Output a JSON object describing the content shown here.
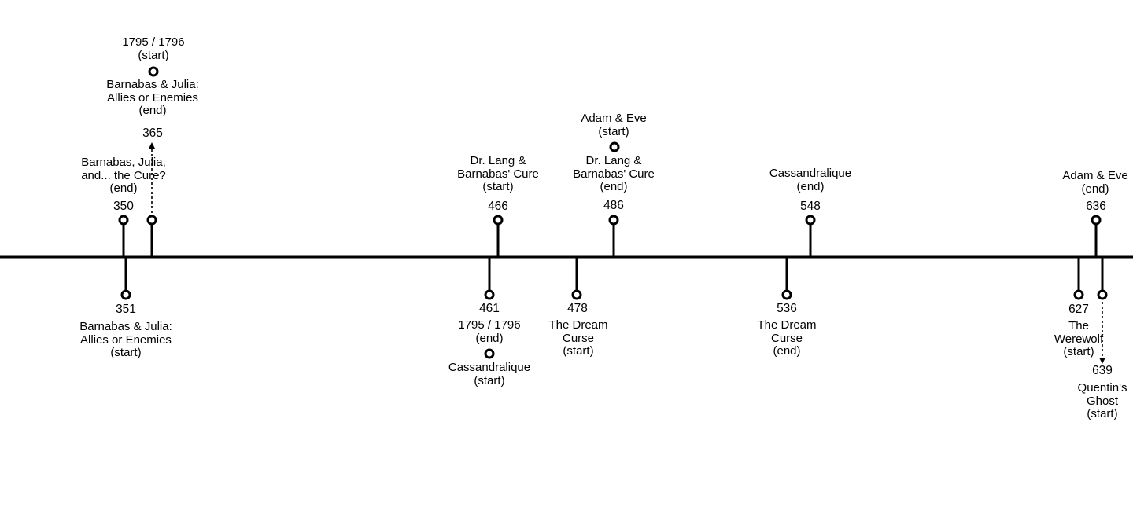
{
  "timeline": {
    "markers_above": [
      {
        "number": "350",
        "label": [
          "Barnabas, Julia,",
          "and... the Cure?",
          "(end)"
        ]
      },
      {
        "number": "365",
        "label": [
          "Barnabas & Julia:",
          "Allies or Enemies",
          "(end)"
        ],
        "extra": [
          "1795 / 1796",
          "(start)"
        ]
      },
      {
        "number": "466",
        "label": [
          "Dr. Lang &",
          "Barnabas' Cure",
          "(start)"
        ]
      },
      {
        "number": "486",
        "label": [
          "Dr. Lang &",
          "Barnabas' Cure",
          "(end)"
        ],
        "extra": [
          "Adam & Eve",
          "(start)"
        ]
      },
      {
        "number": "548",
        "label": [
          "Cassandralique",
          "(end)"
        ]
      },
      {
        "number": "636",
        "label": [
          "Adam & Eve",
          "(end)"
        ]
      }
    ],
    "markers_below": [
      {
        "number": "351",
        "label": [
          "Barnabas & Julia:",
          "Allies or Enemies",
          "(start)"
        ]
      },
      {
        "number": "461",
        "label": [
          "1795 / 1796",
          "(end)"
        ],
        "extra": [
          "Cassandralique",
          "(start)"
        ]
      },
      {
        "number": "478",
        "label": [
          "The Dream",
          "Curse",
          "(start)"
        ]
      },
      {
        "number": "536",
        "label": [
          "The Dream",
          "Curse",
          "(end)"
        ]
      },
      {
        "number": "627",
        "label": [
          "The",
          "Werewolf",
          "(start)"
        ]
      },
      {
        "number": "639",
        "label": [
          "Quentin's",
          "Ghost",
          "(start)"
        ]
      }
    ]
  }
}
